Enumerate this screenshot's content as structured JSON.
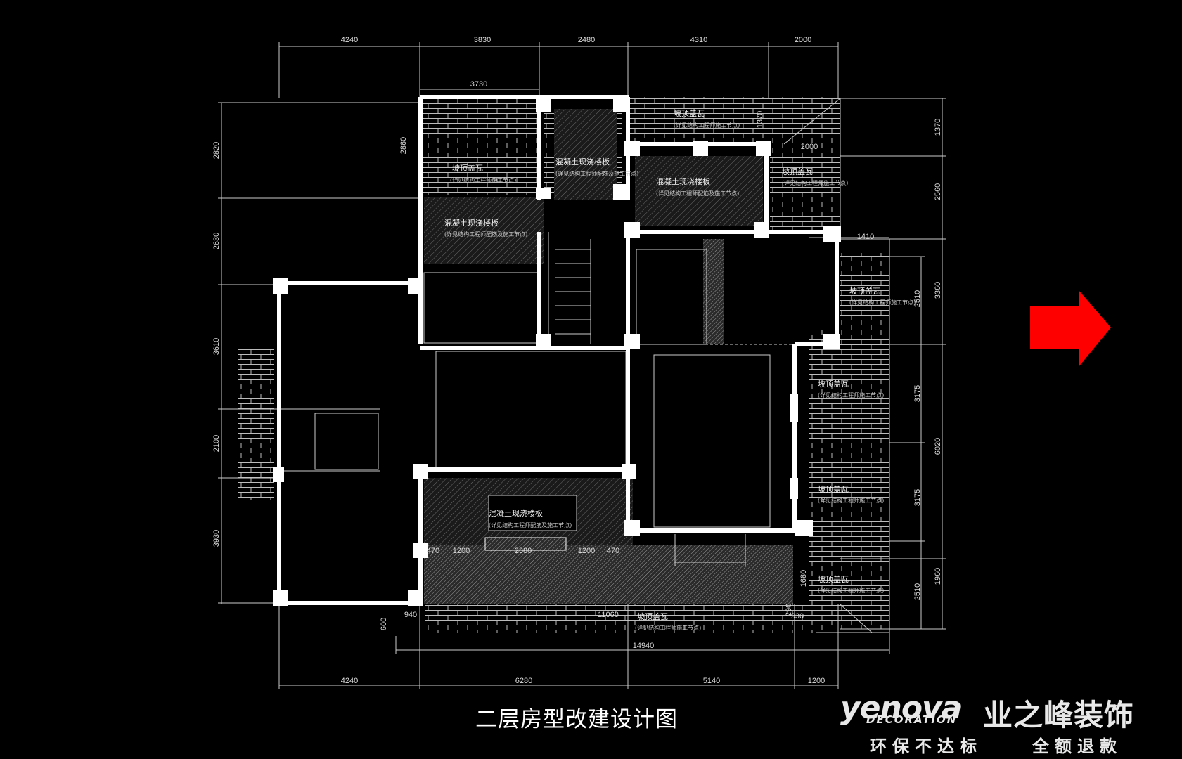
{
  "caption": "二层房型改建设计图",
  "brand": {
    "name_en": "yenova",
    "sub_en": "DECORATION",
    "name_cn": "业之峰装饰",
    "slogan_1": "环保不达标",
    "slogan_2": "全额退款"
  },
  "colors": {
    "background": "#000000",
    "lines": "#ffffff",
    "arrow": "#ff0000"
  },
  "icons": [
    "right-arrow-icon"
  ],
  "dims_top": [
    "4240",
    "3830",
    "2480",
    "4310",
    "2000"
  ],
  "dims_bottom": [
    "4240",
    "6280",
    "5140",
    "1200"
  ],
  "dims_left": [
    "2820",
    "2630",
    "3610",
    "2100",
    "3930"
  ],
  "dims_right": [
    "1370",
    "2560",
    "3360",
    "6020",
    "1960"
  ],
  "dims_right_inner": [
    "2510",
    "3175",
    "3175",
    "2510"
  ],
  "dims_misc": {
    "d3730": "3730",
    "d2860": "2860",
    "d1370": "1370",
    "d2000": "2000",
    "d1410": "1410",
    "d470a": "470",
    "d1200a": "1200",
    "d2380": "2380",
    "d1200b": "1200",
    "d470b": "470",
    "d1680": "1680",
    "d940": "940",
    "d11060": "11060",
    "d930": "930",
    "d600": "600",
    "d290": "290",
    "d14940": "14940"
  },
  "labels": {
    "roof_tile": "坡顶盖瓦",
    "roof_note": "(详见结构工程师施工节点)",
    "concrete_slab": "混凝土现浇楼板",
    "concrete_note": "(详见结构工程师配筋及施工节点)"
  }
}
